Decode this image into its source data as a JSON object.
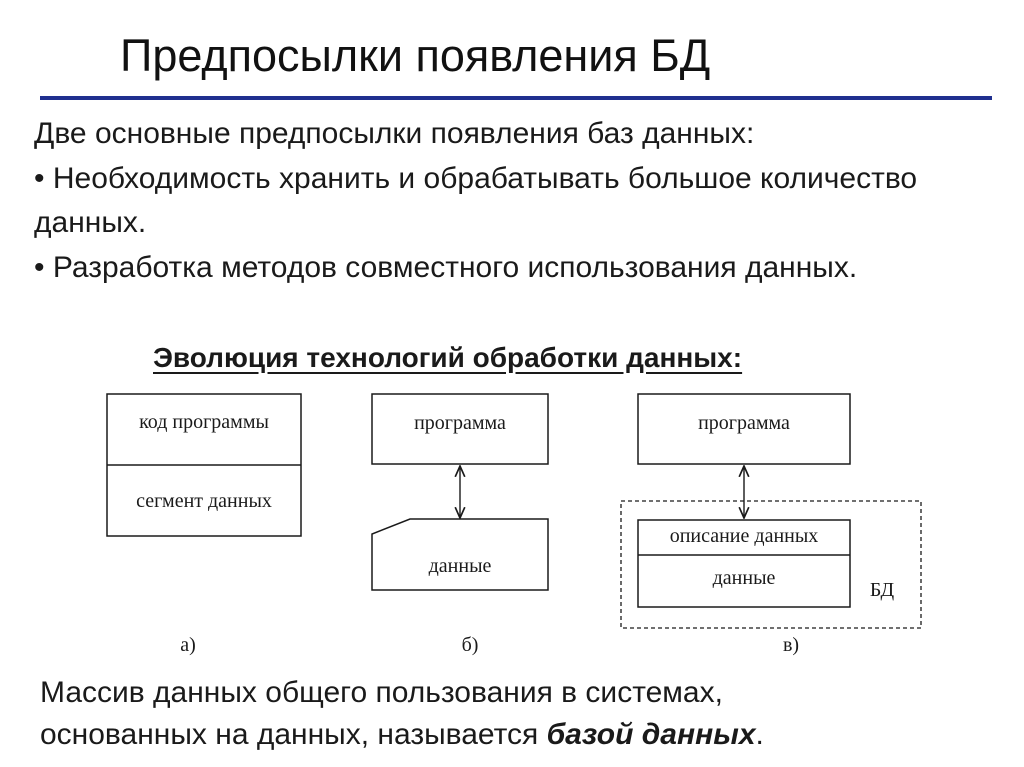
{
  "slide": {
    "title": "Предпосылки появления БД",
    "intro": "Две основные предпосылки появления баз данных:",
    "bullets": [
      "• Необходимость хранить и обрабатывать большое количество данных.",
      "• Разработка методов совместного использования данных."
    ],
    "diagram_heading": "Эволюция технологий обработки данных:"
  },
  "diagram": {
    "a": {
      "top_label": "код программы",
      "bottom_label": "сегмент данных",
      "caption": "а)"
    },
    "b": {
      "program_label": "программа",
      "data_label": "данные",
      "caption": "б)"
    },
    "c": {
      "program_label": "программа",
      "description_label": "описание данных",
      "data_label": "данные",
      "db_label": "БД",
      "caption": "в)"
    }
  },
  "footer": {
    "text_line1": "Массив данных общего пользования в системах,",
    "text_line2_prefix": "основанных на данных, называется ",
    "text_line2_emphasis": "базой данных",
    "text_line2_suffix": "."
  }
}
